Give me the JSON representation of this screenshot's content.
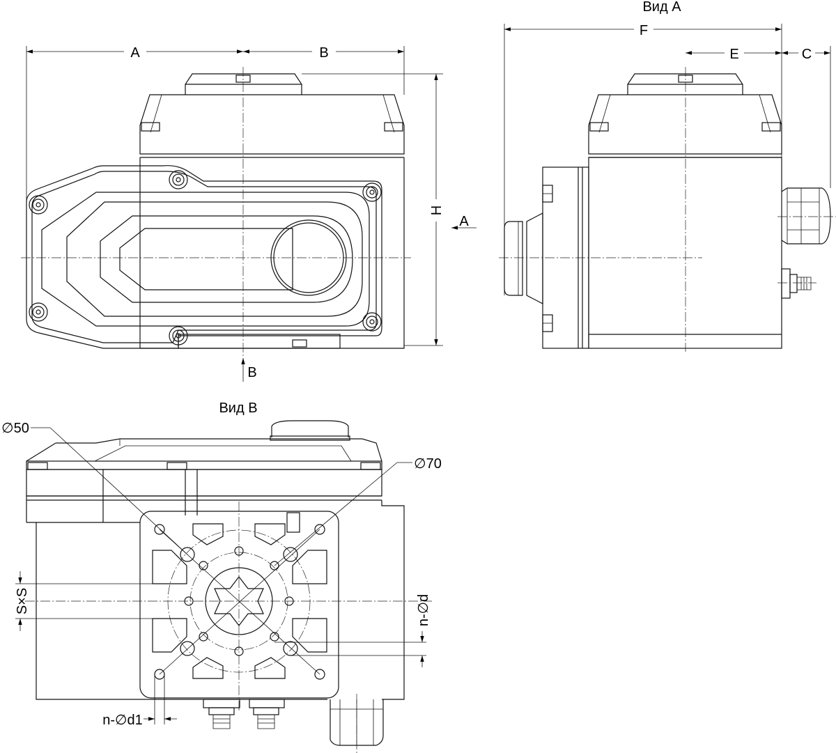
{
  "views": {
    "view_a_title": "Вид А",
    "view_b_title": "Вид В"
  },
  "dimensions": {
    "a": "A",
    "b": "B",
    "h": "H",
    "f": "F",
    "e": "E",
    "c": "C",
    "arrow_a": "A",
    "arrow_b": "B",
    "dia50": "∅50",
    "dia70": "∅70",
    "sxs": "S×S",
    "n_d": "n-∅d",
    "n_d1": "n-∅d1"
  }
}
